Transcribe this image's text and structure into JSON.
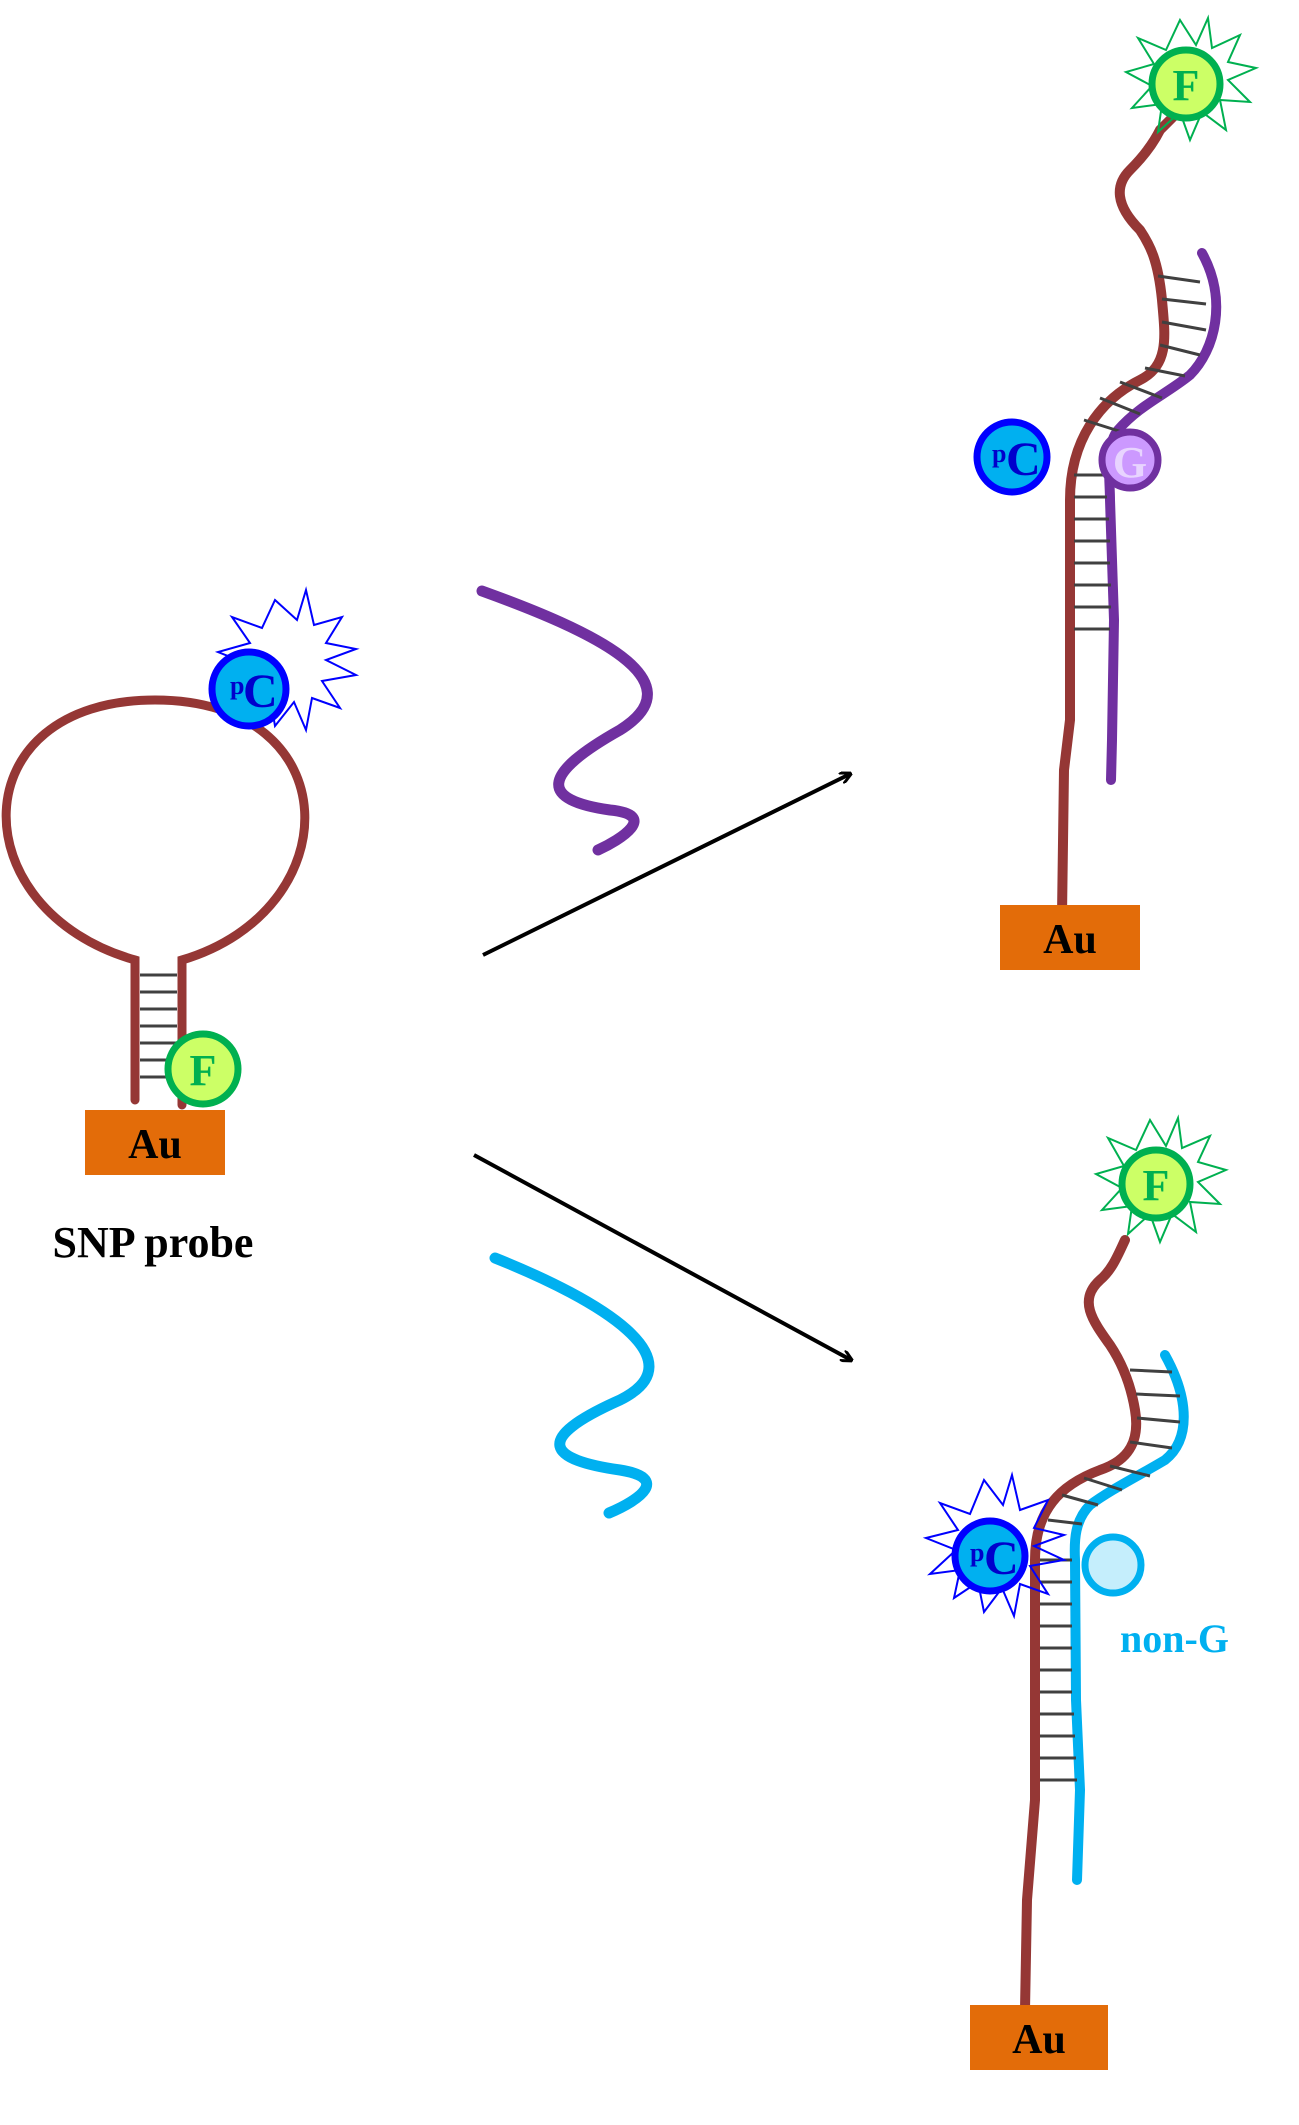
{
  "probe": {
    "caption": "SNP probe",
    "substrate": "Au",
    "fluor": "F",
    "quencher_sup": "p",
    "quencher_main": "C"
  },
  "matched": {
    "substrate": "Au",
    "fluor": "F",
    "quencher_sup": "p",
    "quencher_main": "C",
    "base": "G"
  },
  "mismatched": {
    "substrate": "Au",
    "fluor": "F",
    "quencher_sup": "p",
    "quencher_main": "C",
    "base_label": "non-G"
  },
  "colors": {
    "probe_strand": "#953735",
    "target_matched": "#7030A0",
    "target_mismatched": "#00B0F0",
    "gold": "#E36C09",
    "fluor_fill": "#CCFF66",
    "fluor_ring": "#00B050",
    "quencher_fill": "#00B0F0",
    "quencher_ring": "#0000FF",
    "g_fill": "#CC99FF",
    "g_ring": "#7030A0",
    "nong_fill": "#C5EEFC",
    "rungs": "#404040",
    "arrow": "#000000"
  }
}
